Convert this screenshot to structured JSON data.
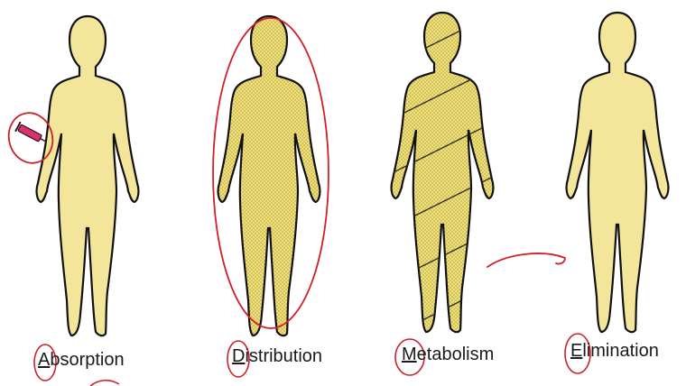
{
  "stages": [
    {
      "id": "absorption",
      "initial": "A",
      "rest": "bsorption"
    },
    {
      "id": "distribution",
      "initial": "D",
      "rest": "istribution"
    },
    {
      "id": "metabolism",
      "initial": "M",
      "rest": "etabolism"
    },
    {
      "id": "elimination",
      "initial": "E",
      "rest": "limination"
    }
  ],
  "colors": {
    "figure_fill": "#f3e69a",
    "figure_outline": "#111111",
    "stipple": "#b9a64a",
    "annotation_red": "#d0202a",
    "syringe_pink": "#d8336a"
  }
}
